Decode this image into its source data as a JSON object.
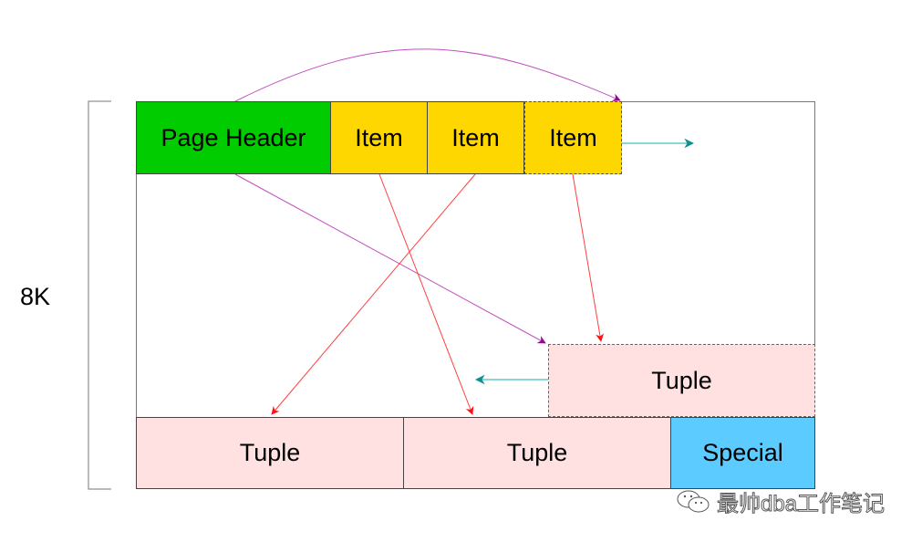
{
  "diagram": {
    "size_label": "8K",
    "page_header": "Page Header",
    "items": [
      "Item",
      "Item",
      "Item"
    ],
    "new_tuple": "Tuple",
    "tuples": [
      "Tuple",
      "Tuple"
    ],
    "special": "Special",
    "watermark": "最帅dba工作笔记",
    "colors": {
      "page_header": "#00cc00",
      "item": "#ffd700",
      "tuple": "#ffe1e1",
      "special": "#5ccbff",
      "arrow_header": "#b000b0",
      "arrow_item": "#ff2020",
      "arrow_growth": "#10a0a0"
    }
  }
}
